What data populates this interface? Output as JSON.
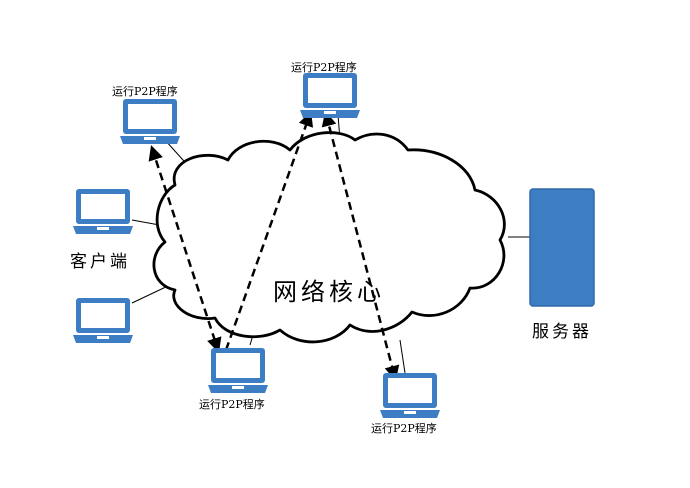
{
  "core_label": "网络核心",
  "client_label": "客户端",
  "server_label": "服务器",
  "p2p_label": "运行P2P程序",
  "colors": {
    "device": "#3c7dc4",
    "device_border": "#2e6aa8",
    "cloud_stroke": "#000000",
    "line": "#000000"
  },
  "icons": [
    "laptop-icon",
    "server-icon",
    "cloud-icon"
  ]
}
